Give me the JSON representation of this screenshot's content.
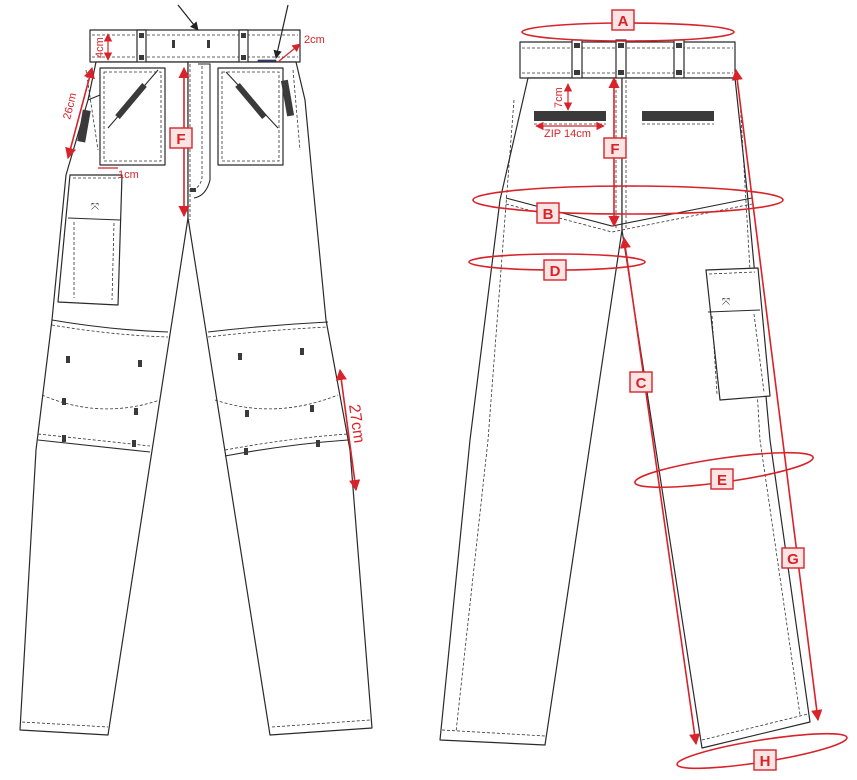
{
  "labels": {
    "A": "A",
    "B": "B",
    "C": "C",
    "D": "D",
    "E": "E",
    "F_front": "F",
    "F_back": "F",
    "G": "G",
    "H": "H"
  },
  "measurements": {
    "waistband_height": "4cm",
    "side_pocket_length": "26cm",
    "pocket_gap": "1cm",
    "label_offset": "2cm",
    "knee_pad": "27cm",
    "back_pocket_depth": "7cm",
    "back_zip": "ZIP 14cm"
  },
  "colors": {
    "accent": "#d8232a",
    "outline": "#2a2a2a",
    "label_patch": "#3b3f8f"
  }
}
